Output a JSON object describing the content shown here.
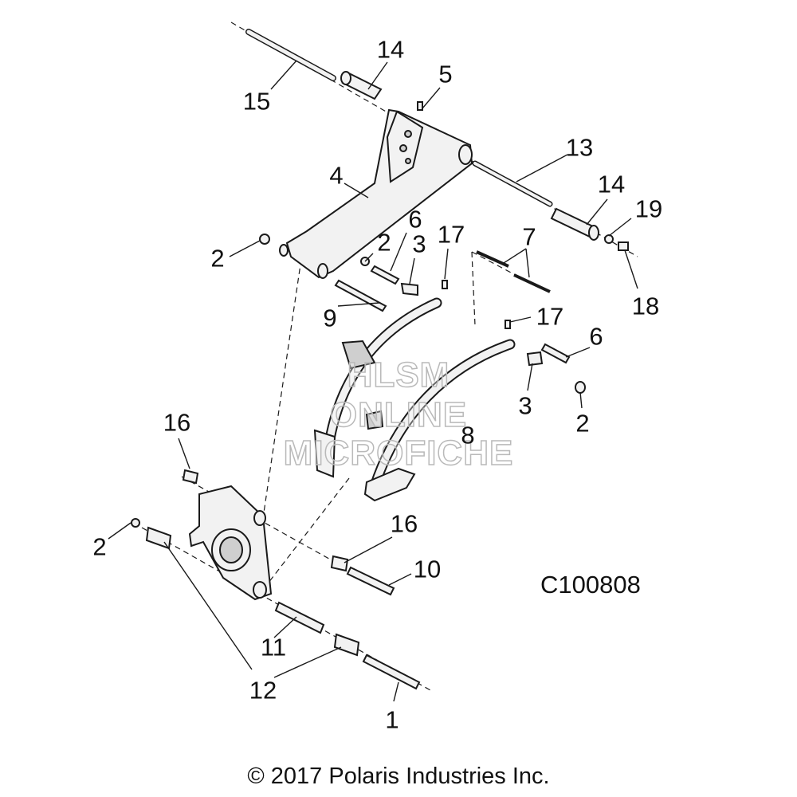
{
  "figure_code": "C100808",
  "copyright": "© 2017 Polaris Industries Inc.",
  "watermark": [
    "HLSM",
    "ONLINE",
    "MICROFICHE"
  ],
  "callouts": [
    "15",
    "14",
    "5",
    "13",
    "14",
    "19",
    "4",
    "6",
    "2",
    "3",
    "17",
    "7",
    "2",
    "18",
    "9",
    "17",
    "6",
    "3",
    "2",
    "8",
    "16",
    "16",
    "2",
    "10",
    "11",
    "12",
    "1"
  ]
}
